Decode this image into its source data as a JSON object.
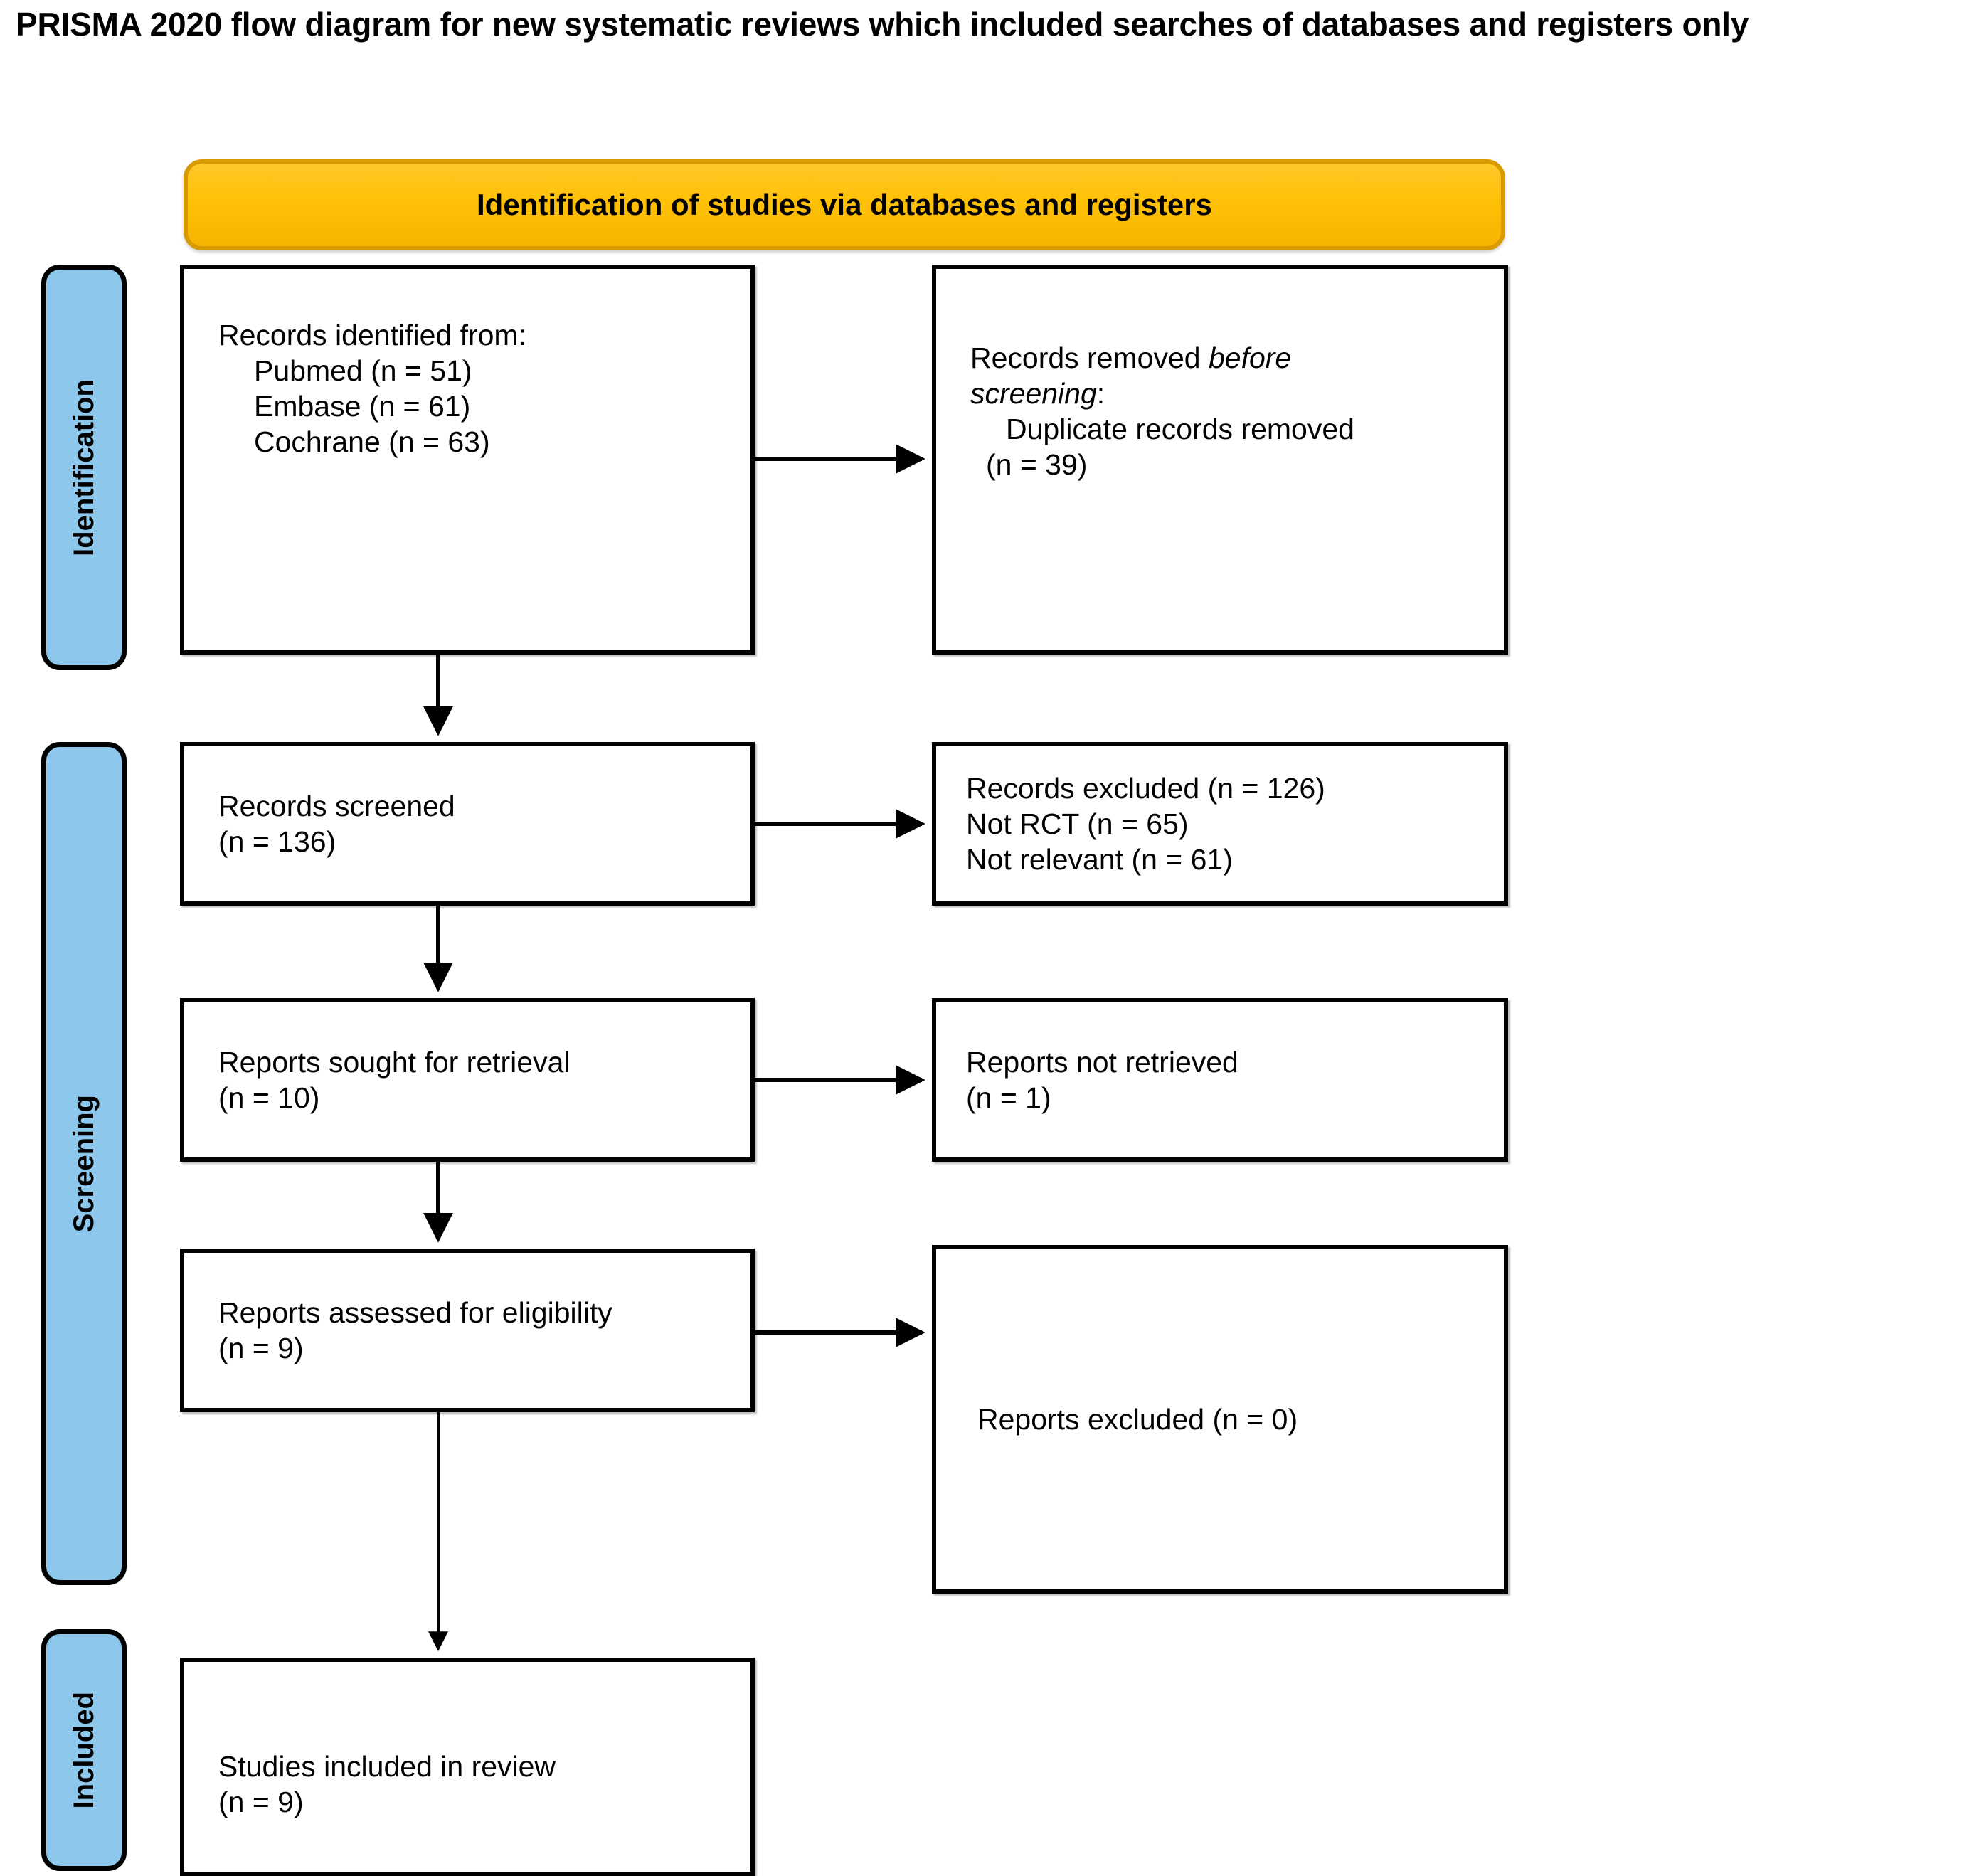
{
  "title": "PRISMA 2020 flow diagram for new systematic reviews which included searches of databases and registers only",
  "colors": {
    "stage_bar_fill": "#8DC8EC",
    "stage_bar_border": "#000000",
    "section_header_fill": "#FFC107",
    "section_header_border": "#D79B00",
    "box_border": "#000000",
    "box_fill": "#FFFFFF"
  },
  "stages": [
    {
      "id": "identification",
      "label": "Identification"
    },
    {
      "id": "screening",
      "label": "Screening"
    },
    {
      "id": "included",
      "label": "Included"
    }
  ],
  "section_header": {
    "label": "Identification of studies via databases and registers"
  },
  "boxes": {
    "records_identified": {
      "heading": "Records identified from:",
      "sources": [
        {
          "name": "Pubmed",
          "n_label": "(n = 51)",
          "n": 51,
          "text": "Pubmed (n = 51)"
        },
        {
          "name": "Embase",
          "n_label": "(n = 61)",
          "n": 61,
          "text": "Embase (n = 61)"
        },
        {
          "name": "Cochrane",
          "n_label": "(n = 63)",
          "n": 63,
          "text": "Cochrane (n = 63)"
        }
      ]
    },
    "records_removed": {
      "line1_plain": "Records removed ",
      "line1_italic": "before",
      "line2_italic": "screening",
      "line2_colon": ":",
      "line3": "Duplicate records removed",
      "line4": "(n = 39)",
      "n": 39
    },
    "records_screened": {
      "line1": "Records screened",
      "line2": "(n = 136)",
      "n": 136
    },
    "records_excluded": {
      "line1": "Records excluded (n = 126)",
      "line2": "Not RCT (n = 65)",
      "line3": "Not relevant (n = 61)",
      "n_total": 126,
      "n_not_rct": 65,
      "n_not_relevant": 61
    },
    "reports_sought": {
      "line1": "Reports sought for retrieval",
      "line2": "(n = 10)",
      "n": 10
    },
    "reports_not_retrieved": {
      "line1": "Reports not retrieved",
      "line2": "(n = 1)",
      "n": 1
    },
    "reports_assessed": {
      "line1": "Reports assessed for eligibility",
      "line2": "(n = 9)",
      "n": 9
    },
    "reports_excluded": {
      "line1": "Reports excluded (n = 0)",
      "n": 0
    },
    "studies_included": {
      "line1": "Studies included in review",
      "line2": "(n = 9)",
      "n": 9
    }
  }
}
